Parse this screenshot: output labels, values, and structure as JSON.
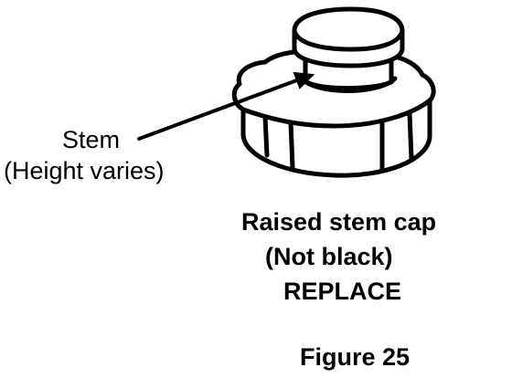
{
  "labels": {
    "stem": "Stem",
    "height_note": "(Height varies)",
    "caption_line1": "Raised stem cap",
    "caption_line2": "(Not black)",
    "caption_line3": "REPLACE",
    "figure": "Figure 25"
  },
  "colors": {
    "ink": "#000000",
    "paper": "#ffffff"
  }
}
